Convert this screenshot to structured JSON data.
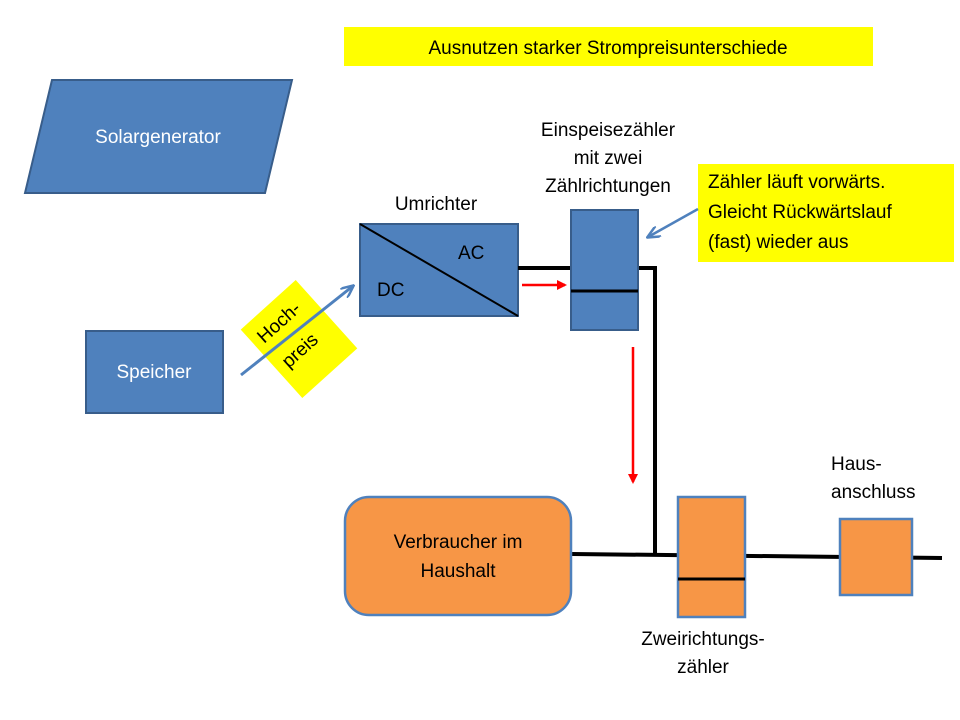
{
  "title": "Ausnutzen starker Strompreisunterschiede",
  "nodes": {
    "solargenerator": "Solargenerator",
    "speicher": "Speicher",
    "umrichter": "Umrichter",
    "ac": "AC",
    "dc": "DC",
    "einspeise": [
      "Einspeisezähler",
      "mit zwei",
      "Zählrichtungen"
    ],
    "verbraucher": [
      "Verbraucher im",
      "Haushalt"
    ],
    "zweirichtung": [
      "Zweirichtungs-",
      "zähler"
    ],
    "hausanschluss": [
      "Haus-",
      "anschluss"
    ]
  },
  "note": [
    "Zähler läuft vorwärts.",
    "Gleicht Rückwärtslauf",
    "(fast) wieder aus"
  ],
  "price_tag": [
    "Hoch-",
    "preis"
  ],
  "colors": {
    "blue": "#4f81bd",
    "blue_border": "#385d8a",
    "orange": "#f79646",
    "orange_border": "#b66d31",
    "yellow": "#ffff00",
    "arrow_red": "#ff0000",
    "line": "#000000"
  }
}
